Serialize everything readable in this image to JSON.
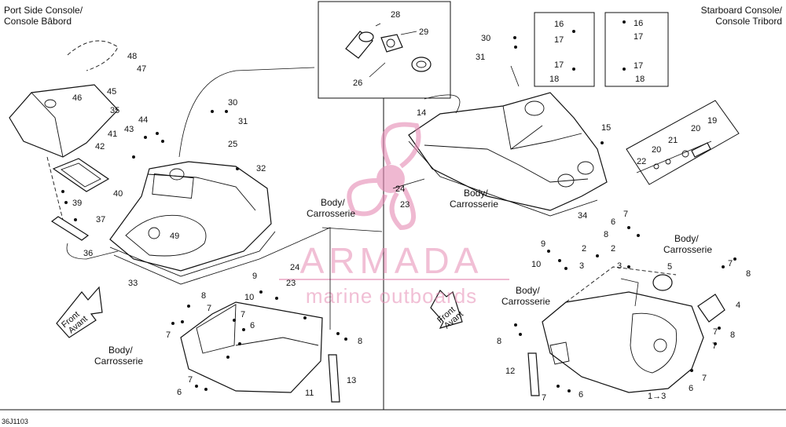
{
  "header_left": {
    "line1": "Port Side Console/",
    "line2": "Console Bâbord"
  },
  "header_right": {
    "line1": "Starboard Console/",
    "line2": "Console Tribord"
  },
  "figure_code": "36J1103",
  "watermark": {
    "brand": "ARMADA",
    "tagline": "marine outboards",
    "color": "#e58ab3"
  },
  "arrows": [
    {
      "line1": "Front",
      "line2": "Avant"
    },
    {
      "line1": "Front",
      "line2": "Avant"
    }
  ],
  "body_labels": [
    {
      "line1": "Body/",
      "line2": "Carrosserie"
    },
    {
      "line1": "Body/",
      "line2": "Carrosserie"
    },
    {
      "line1": "Body/",
      "line2": "Carrosserie"
    },
    {
      "line1": "Body/",
      "line2": "Carrosserie"
    },
    {
      "line1": "Body/",
      "line2": "Carrosserie"
    }
  ],
  "callouts": [
    "28",
    "29",
    "26",
    "48",
    "47",
    "45",
    "46",
    "35",
    "30",
    "31",
    "44",
    "43",
    "41",
    "42",
    "25",
    "32",
    "40",
    "39",
    "37",
    "36",
    "49",
    "33",
    "24",
    "23",
    "9",
    "10",
    "8",
    "7",
    "7",
    "6",
    "8",
    "7",
    "6",
    "7",
    "11",
    "13",
    "16",
    "17",
    "17",
    "18",
    "16",
    "17",
    "17",
    "18",
    "30",
    "31",
    "14",
    "15",
    "19",
    "20",
    "21",
    "20",
    "22",
    "24",
    "23",
    "34",
    "7",
    "6",
    "8",
    "9",
    "10",
    "2",
    "3",
    "2",
    "3",
    "5",
    "7",
    "8",
    "4",
    "7",
    "8",
    "7",
    "8",
    "12",
    "7",
    "6",
    "1→3",
    "6",
    "7"
  ]
}
